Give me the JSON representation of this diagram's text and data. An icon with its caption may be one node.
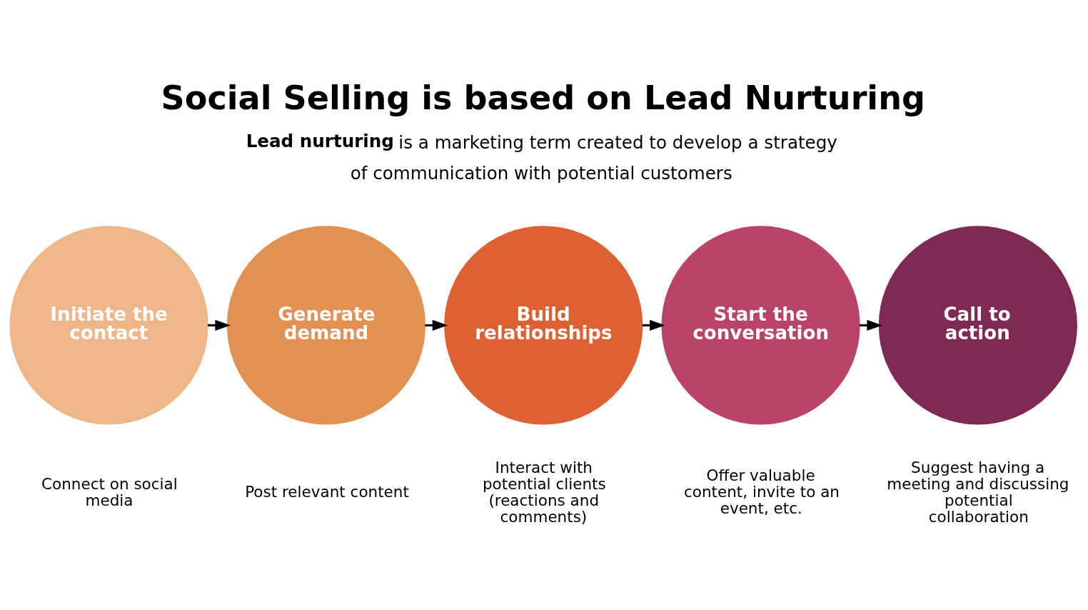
{
  "diagram": {
    "title": "Social Selling is based on Lead Nurturing",
    "nodes": [
      {
        "text": [
          "Initiate the contact"
        ],
        "beside": [
          "Connect on social media"
        ]
      },
      {
        "text": [
          "Generate demand"
        ],
        "beside": [
          "Post relevant content"
        ]
      },
      {
        "text": [
          "Build relationships"
        ],
        "beside": [
          "Interact with potential clients (reactions and comments)"
        ]
      },
      {
        "text": [
          "Start the conversation"
        ],
        "beside": [
          "Offer valuable content, invite to an event, etc."
        ]
      },
      {
        "text": [
          "Call to action"
        ],
        "beside": [
          "Suggest having a meeting and discussing potential collaboration"
        ]
      }
    ],
    "edges": [
      {
        "from": 0,
        "to": 1,
        "arrow": "to"
      },
      {
        "from": 1,
        "to": 2,
        "arrow": "to"
      },
      {
        "from": 2,
        "to": 3,
        "arrow": "to"
      },
      {
        "from": 3,
        "to": 4,
        "arrow": "to"
      }
    ],
    "labels": [
      "**Lead nurturing** is a marketing term created to develop a strategy of communication with potential customers"
    ]
  }
}
